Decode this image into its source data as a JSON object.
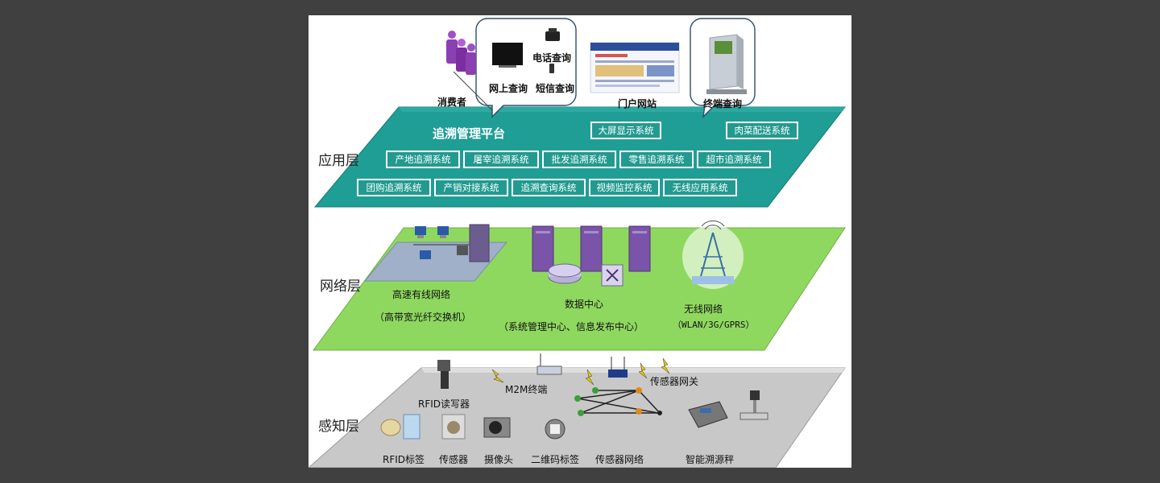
{
  "layers": {
    "application": "应用层",
    "network": "网络层",
    "perception": "感知层"
  },
  "application": {
    "consumer": "消费者",
    "query_online": "网上查询",
    "query_phone": "电话查询",
    "query_sms": "短信查询",
    "portal": "门户网站",
    "terminal": "终端查询",
    "platform": "追溯管理平台",
    "row0": [
      "大屏显示系统",
      "肉菜配送系统"
    ],
    "row1": [
      "产地追溯系统",
      "屠宰追溯系统",
      "批发追溯系统",
      "零售追溯系统",
      "超市追溯系统"
    ],
    "row2": [
      "团购追溯系统",
      "产销对接系统",
      "追溯查询系统",
      "视频监控系统",
      "无线应用系统"
    ]
  },
  "network": {
    "wired": "高速有线网络",
    "wired_sub": "（高带宽光纤交换机）",
    "datacenter": "数据中心",
    "datacenter_sub": "（系统管理中心、信息发布中心）",
    "wireless": "无线网络",
    "wireless_sub": "（WLAN/3G/GPRS）"
  },
  "perception": {
    "rfid_reader": "RFID读写器",
    "m2m": "M2M终端",
    "sensor_gateway": "传感器网关",
    "rfid_tag": "RFID标签",
    "sensor": "传感器",
    "camera": "摄像头",
    "qrcode": "二维码标签",
    "sensor_network": "传感器网络",
    "smart_scale": "智能溯源秤"
  },
  "colors": {
    "application_layer": "#1f9e96",
    "network_layer": "#8fd860",
    "perception_layer": "#c8c8c8"
  }
}
